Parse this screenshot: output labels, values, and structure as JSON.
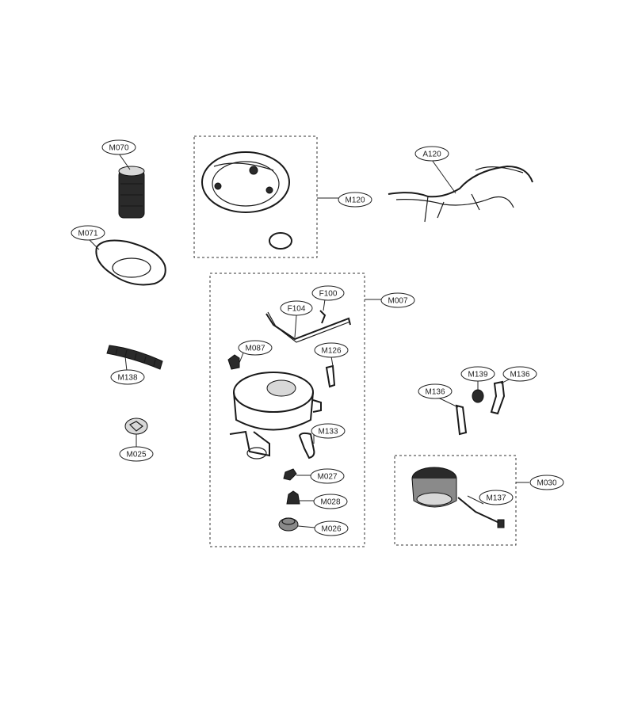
{
  "labels": {
    "m070": "M070",
    "m071": "M071",
    "m120": "M120",
    "a120": "A120",
    "m138": "M138",
    "m025": "M025",
    "f100": "F100",
    "f104": "F104",
    "m007": "M007",
    "m087": "M087",
    "m126": "M126",
    "m133": "M133",
    "m027": "M027",
    "m028": "M028",
    "m026": "M026",
    "m139": "M139",
    "m136a": "M136",
    "m136b": "M136",
    "m030": "M030",
    "m137": "M137"
  }
}
